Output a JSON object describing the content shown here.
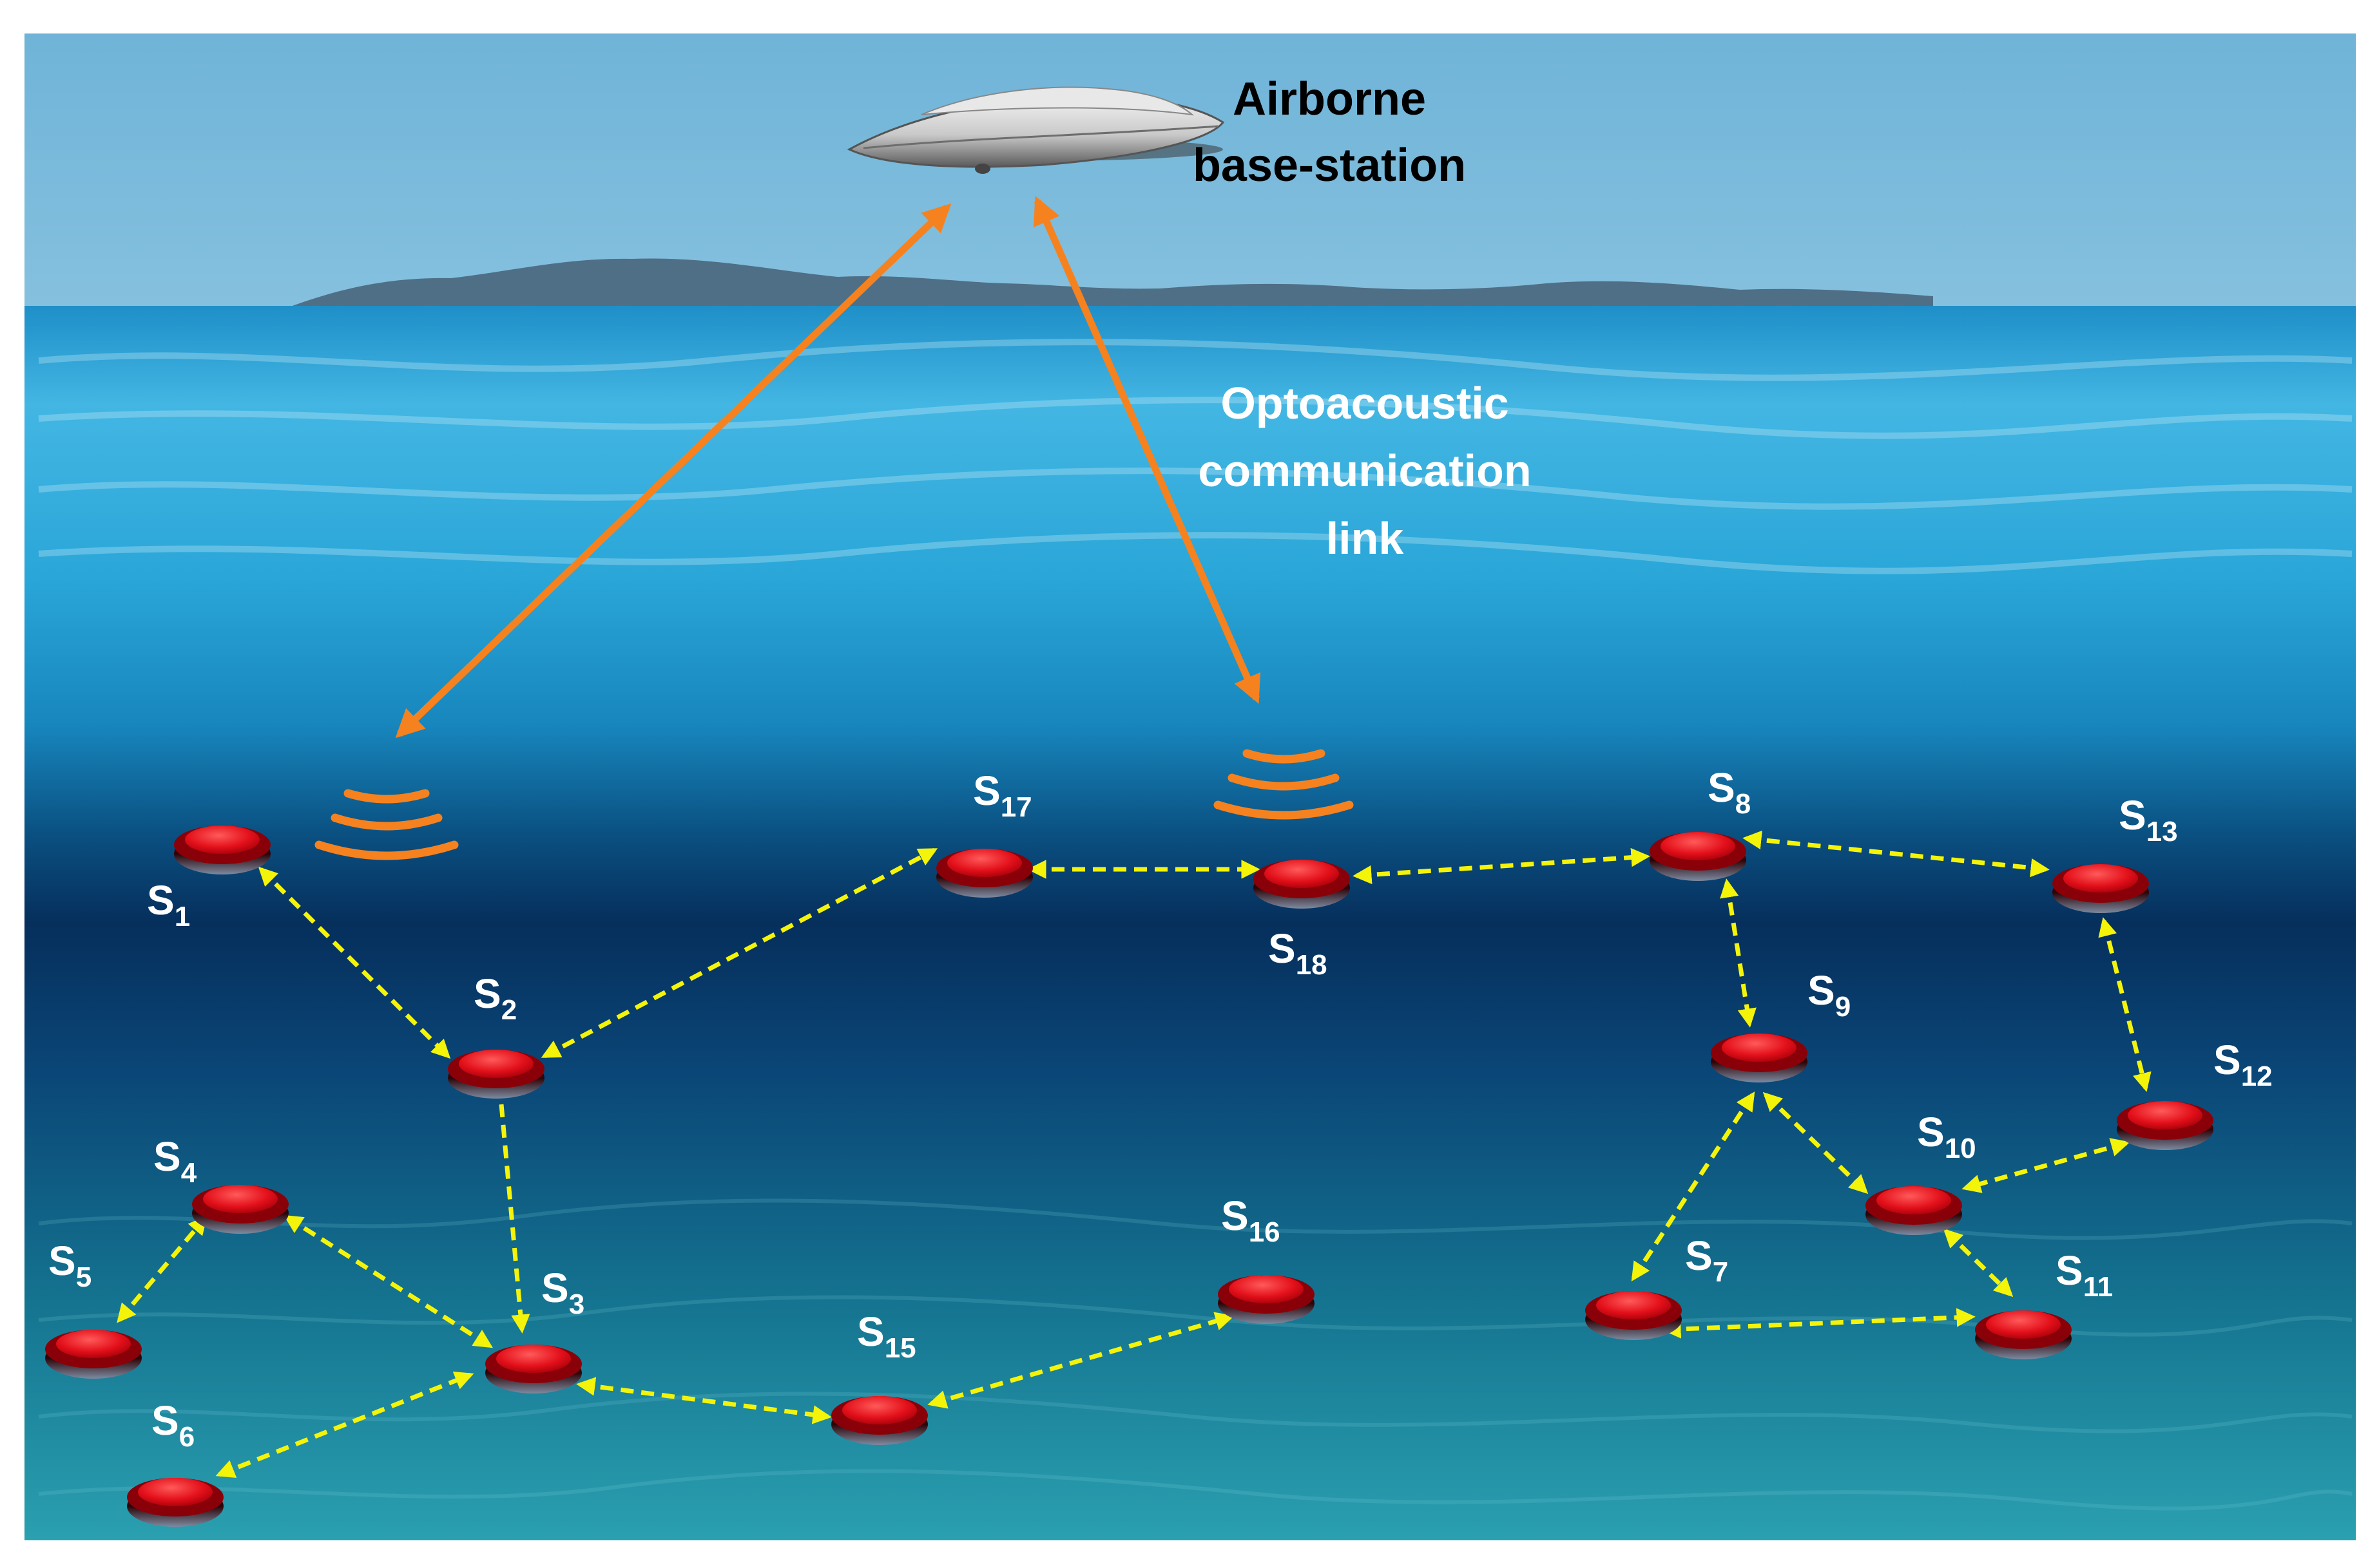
{
  "airborne_label": {
    "line1": "Airborne",
    "line2": "base-station"
  },
  "link_label": {
    "line1": "Optoacoustic",
    "line2": "communication",
    "line3": "link"
  },
  "sensor_prefix": "S",
  "sensors": [
    {
      "id": "s1",
      "sub": "1"
    },
    {
      "id": "s2",
      "sub": "2"
    },
    {
      "id": "s3",
      "sub": "3"
    },
    {
      "id": "s4",
      "sub": "4"
    },
    {
      "id": "s5",
      "sub": "5"
    },
    {
      "id": "s6",
      "sub": "6"
    },
    {
      "id": "s7",
      "sub": "7"
    },
    {
      "id": "s8",
      "sub": "8"
    },
    {
      "id": "s9",
      "sub": "9"
    },
    {
      "id": "s10",
      "sub": "10"
    },
    {
      "id": "s11",
      "sub": "11"
    },
    {
      "id": "s12",
      "sub": "12"
    },
    {
      "id": "s13",
      "sub": "13"
    },
    {
      "id": "s15",
      "sub": "15"
    },
    {
      "id": "s16",
      "sub": "16"
    },
    {
      "id": "s17",
      "sub": "17"
    },
    {
      "id": "s18",
      "sub": "18"
    }
  ],
  "colors": {
    "sky_top": "#6fb4d8",
    "sky_bottom": "#dfeff7",
    "sea_surface": "#33aedc",
    "sea_deep": "#063a6b",
    "seabed": "#1f8ea8",
    "node_red": "#e3101a",
    "link_orange": "#f5821f",
    "mesh_yellow": "#f4f40a",
    "text_white": "#ffffff",
    "text_black": "#000000"
  }
}
